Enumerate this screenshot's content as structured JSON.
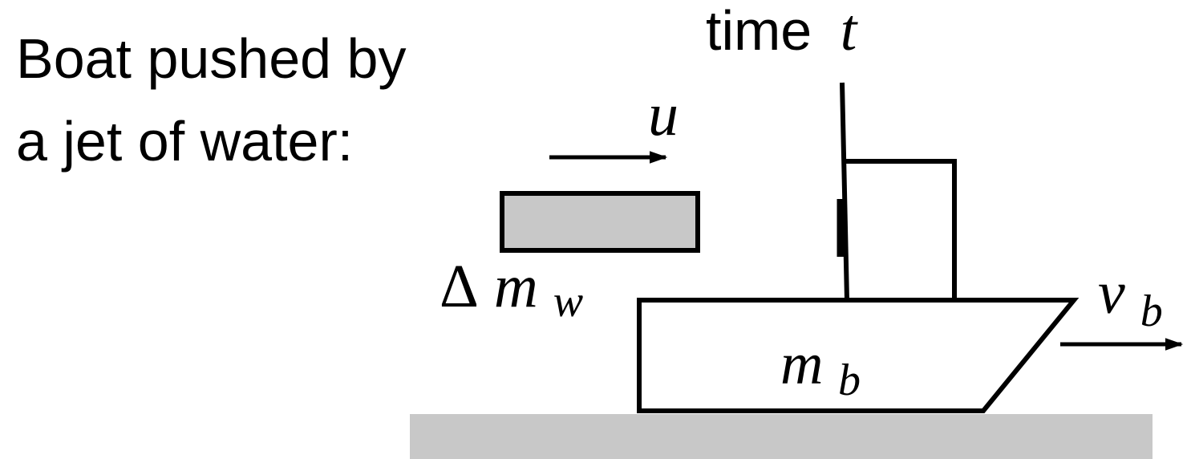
{
  "caption": {
    "line1": "Boat pushed by",
    "line2": "a jet of water:"
  },
  "time_label": {
    "word": "time",
    "symbol": "t"
  },
  "jet": {
    "velocity_symbol": "u",
    "mass_symbol": "m",
    "mass_prefix": "Δ",
    "mass_subscript": "w",
    "fill_color": "#c8c8c8"
  },
  "boat": {
    "mass_symbol": "m",
    "mass_subscript": "b",
    "velocity_symbol": "v",
    "velocity_subscript": "b"
  },
  "ground": {
    "fill_color": "#c8c8c8"
  }
}
